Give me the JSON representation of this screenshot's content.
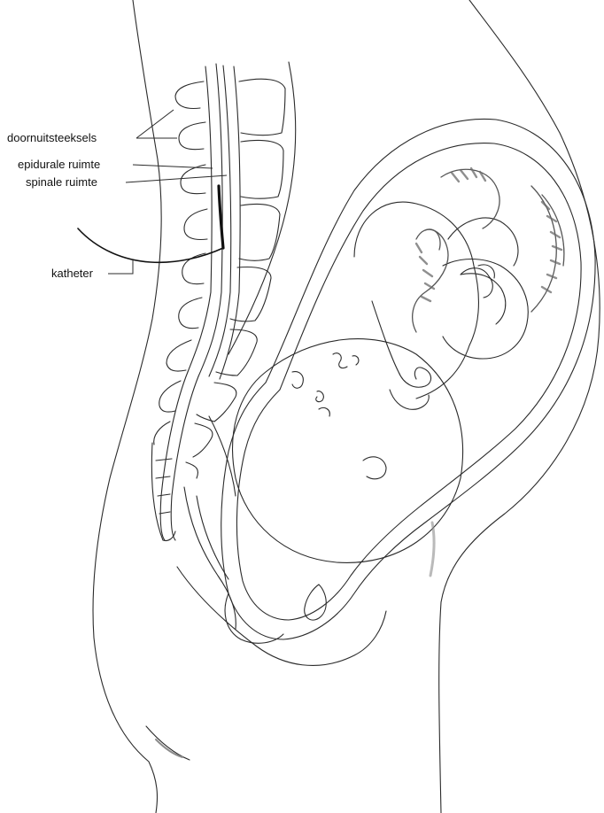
{
  "labels": {
    "spinous_processes": "doornuitsteeksels",
    "epidural_space": "epidurale ruimte",
    "spinal_space": "spinale ruimte",
    "catheter": "katheter"
  },
  "colors": {
    "ink": "#2b2b2b",
    "catheter": "#111111",
    "shade": "#8c8c8c",
    "background": "#ffffff"
  }
}
